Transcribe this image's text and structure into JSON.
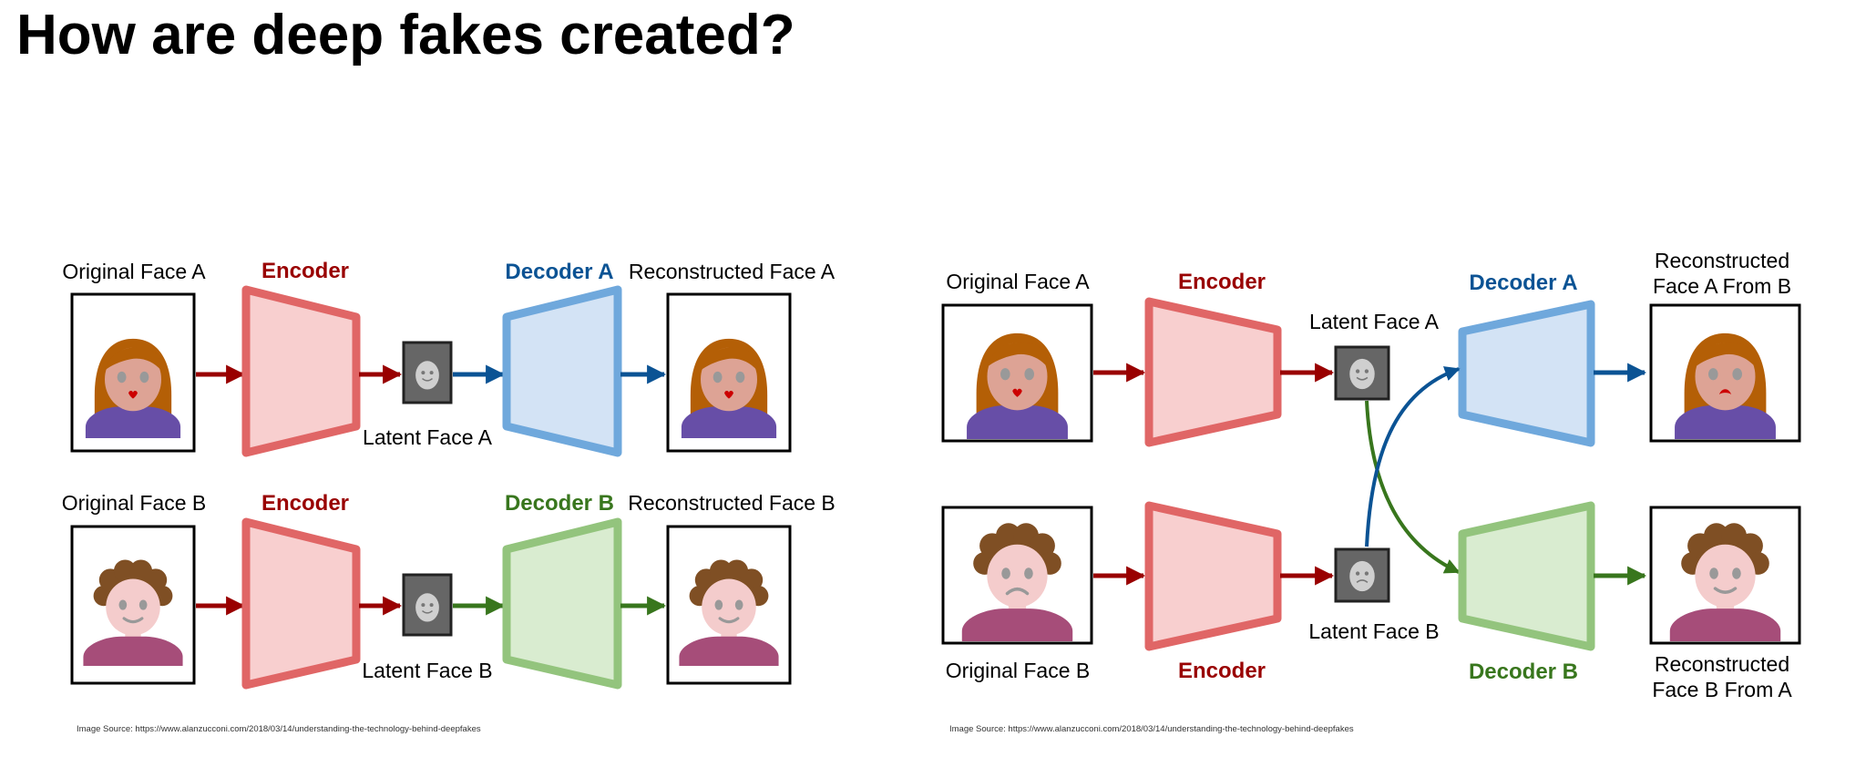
{
  "page": {
    "title": "How are deep fakes created?"
  },
  "labels": {
    "original_face_a": "Original Face A",
    "original_face_b": "Original Face B",
    "encoder": "Encoder",
    "decoder_a": "Decoder A",
    "decoder_b": "Decoder B",
    "latent_face_a": "Latent Face A",
    "latent_face_b": "Latent Face B",
    "reconstructed_face_a": "Reconstructed Face A",
    "reconstructed_face_b": "Reconstructed Face B",
    "reconstructed": "Reconstructed",
    "face_a_from_b": "Face A From B",
    "face_b_from_a": "Face B From A"
  },
  "image_source": "Image Source: https://www.alanzucconi.com/2018/03/14/understanding-the-technology-behind-deepfakes",
  "colors": {
    "encoder": "#e06666",
    "encoder_fill": "#f8cfcf",
    "decoder_a": "#6fa8dc",
    "decoder_a_fill": "#d3e3f5",
    "decoder_b": "#93c47d",
    "decoder_b_fill": "#d9ecd0",
    "arrow_red": "#990000",
    "arrow_blue": "#0b5394",
    "arrow_green": "#38761d",
    "label_red": "#990000",
    "label_blue": "#0b5394",
    "label_green": "#38761d"
  }
}
